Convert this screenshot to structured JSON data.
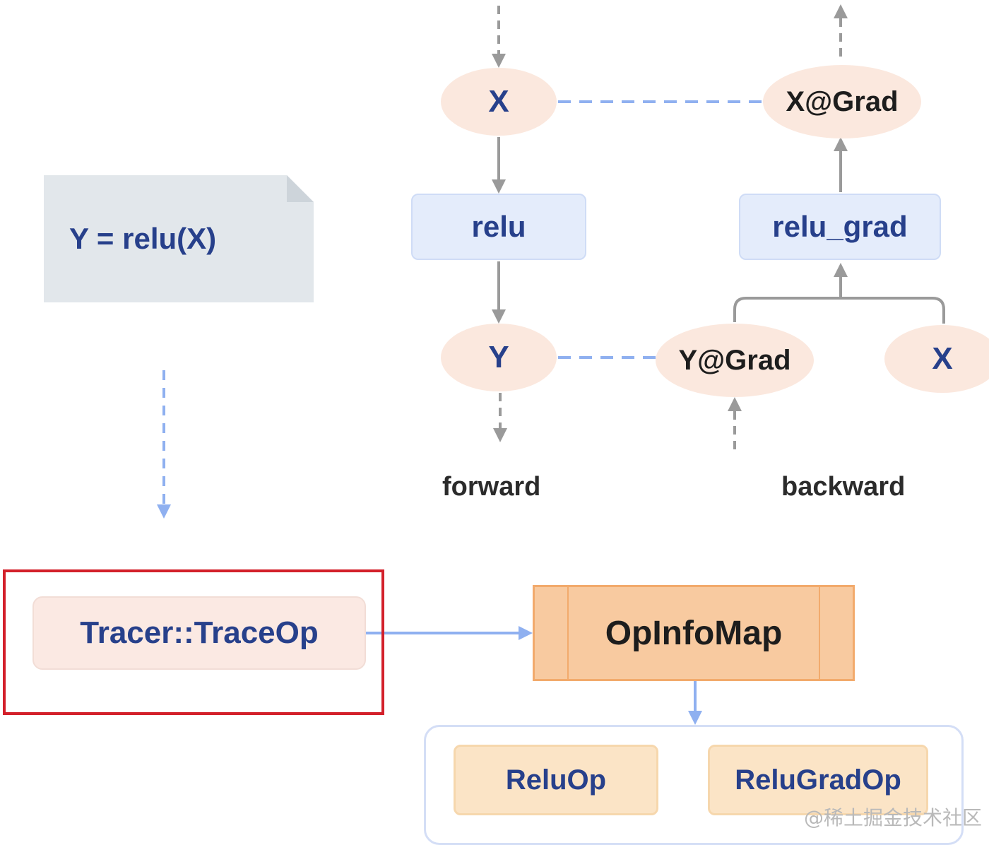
{
  "expression": "Y = relu(X)",
  "forward": {
    "input_node": "X",
    "op": "relu",
    "output_node": "Y",
    "label": "forward"
  },
  "backward": {
    "output_grad": "X@Grad",
    "op": "relu_grad",
    "input_grad": "Y@Grad",
    "input_x": "X",
    "label": "backward"
  },
  "tracer": "Tracer::TraceOp",
  "op_info_map": "OpInfoMap",
  "kernels": [
    "ReluOp",
    "ReluGradOp"
  ],
  "watermark": "@稀土掘金技术社区",
  "colors": {
    "tensor_fill": "#fbe8de",
    "op_fill": "#e4ecfb",
    "map_fill": "#f8caa0",
    "kernel_fill": "#fbe4c6",
    "highlight_border": "#d3202a",
    "text_blue": "#27408b",
    "edge_gray": "#9a9a9a",
    "edge_blue": "#8fb0f0"
  }
}
